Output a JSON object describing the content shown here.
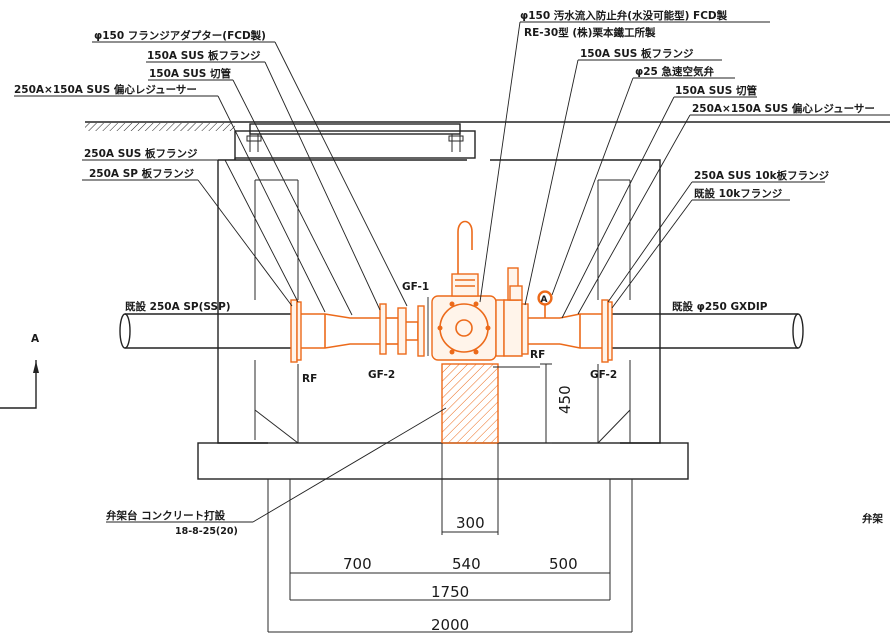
{
  "labels": {
    "flange_adapter": "φ150 フランジアダプター(FCD製)",
    "sus_flange_150_left": "150A SUS 板フランジ",
    "sus_pipe_150_left": "150A SUS 切管",
    "reducer_left": "250A×150A SUS 偏心レジューサー",
    "sus_flange_250_left": "250A SUS 板フランジ",
    "sp_flange_250": "250A SP 板フランジ",
    "check_valve": "φ150 汚水流入防止弁(水没可能型) FCD製",
    "check_valve_maker": "RE-30型 (株)栗本鐵工所製",
    "sus_flange_150_right": "150A SUS 板フランジ",
    "air_valve": "φ25 急速空気弁",
    "sus_pipe_150_right": "150A SUS 切管",
    "reducer_right": "250A×150A SUS 偏心レジューサー",
    "sus_10k_flange": "250A SUS 10k板フランジ",
    "existing_10k_flange": "既設 10kフランジ",
    "existing_pipe_left": "既設 250A SP(SSP)",
    "existing_pipe_right": "既設 φ250 GXDIP",
    "gf1": "GF-1",
    "gf2_left": "GF-2",
    "gf2_right": "GF-2",
    "rf_left": "RF",
    "rf_right": "RF",
    "air_valve_mark": "A",
    "section_mark": "A",
    "valve_support": "弁架台 コンクリート打設",
    "valve_support_code": "18-8-25(20)",
    "right_edge_text": "弁架"
  },
  "dimensions": {
    "d450": "450",
    "d300": "300",
    "d700": "700",
    "d540": "540",
    "d500": "500",
    "d1750": "1750",
    "d2000": "2000"
  }
}
